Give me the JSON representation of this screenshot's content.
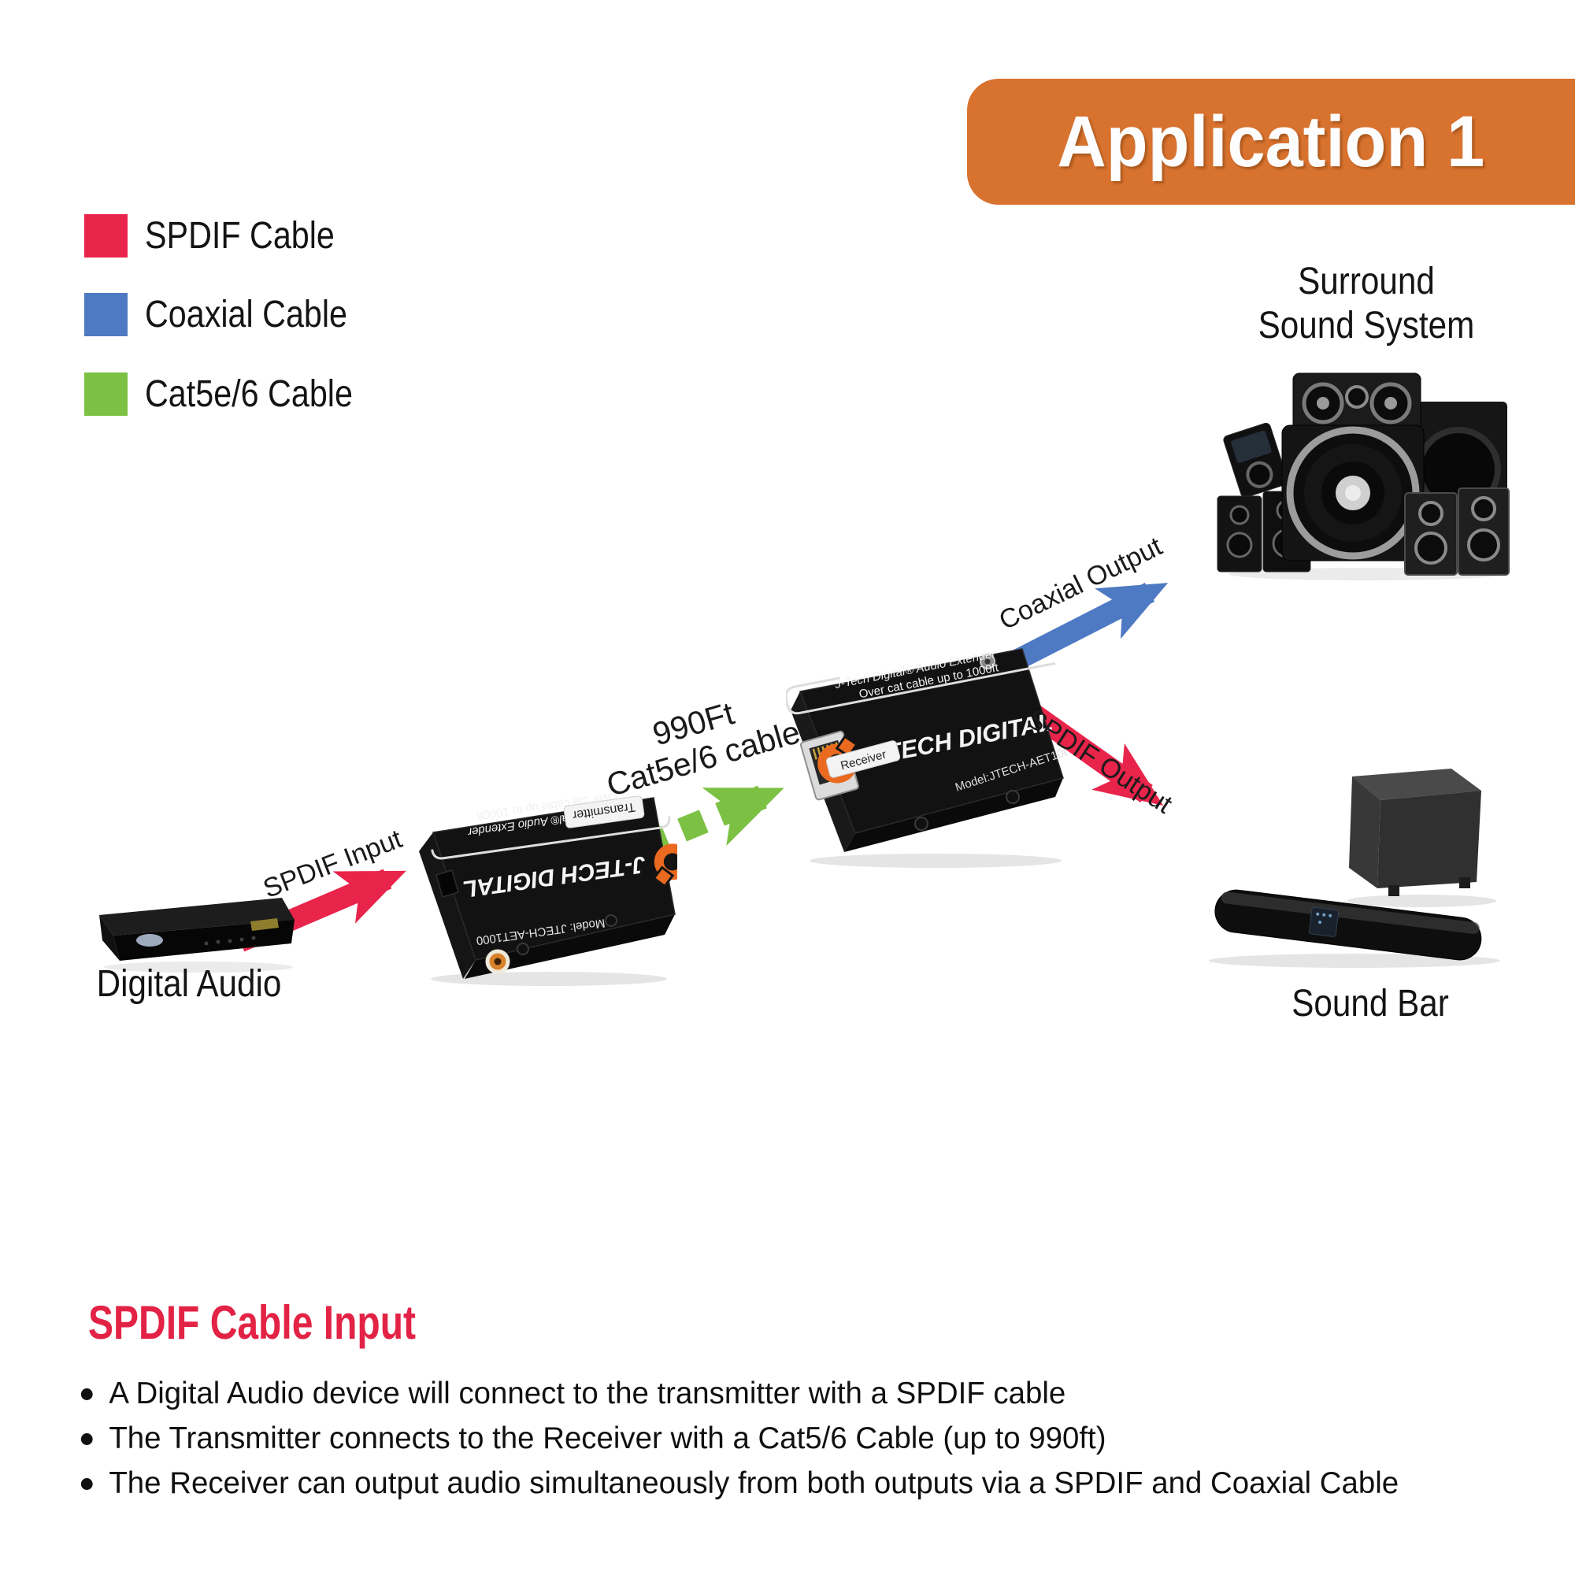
{
  "banner": {
    "label": "Application 1",
    "color": "#D8722F"
  },
  "legend": {
    "items": [
      {
        "label": "SPDIF Cable",
        "color": "#E8244B"
      },
      {
        "label": "Coaxial Cable",
        "color": "#4E79C3"
      },
      {
        "label": "Cat5e/6 Cable",
        "color": "#7CC143"
      }
    ]
  },
  "devices": {
    "digital_audio": {
      "label": "Digital Audio"
    },
    "transmitter": {
      "brand": "J-TECH DIGITAL",
      "model": "Model: JTECH-AET1000",
      "badge": "Transmitter",
      "tagline1": "J-Tech Digital® Audio Extender",
      "tagline2": "Over cat cable up to 1000ft"
    },
    "receiver": {
      "brand": "J-TECH DIGITAL",
      "model": "Model:JTECH-AET1000",
      "badge": "Receiver",
      "tagline1": "J-Tech Digital® Audio Extender",
      "tagline2": "Over cat cable up to 1000ft"
    },
    "surround": {
      "label_line1": "Surround",
      "label_line2": "Sound System"
    },
    "sound_bar": {
      "label": "Sound Bar"
    }
  },
  "connections": {
    "spdif_input": {
      "label": "SPDIF Input",
      "color": "#E8244B"
    },
    "cat5": {
      "label_line1": "990Ft",
      "label_line2": "Cat5e/6 cable",
      "color": "#7CC143"
    },
    "coaxial_output": {
      "label": "Coaxial Output",
      "color": "#4E79C3"
    },
    "spdif_output": {
      "label": "SPDIF Output",
      "color": "#E8244B"
    }
  },
  "footer": {
    "heading": "SPDIF Cable Input",
    "heading_color": "#E32345",
    "bullets": [
      "A Digital Audio device will connect to the transmitter with a SPDIF cable",
      "The Transmitter connects to the Receiver with a Cat5/6 Cable (up to 990ft)",
      "The Receiver can output audio simultaneously from both outputs via a SPDIF and Coaxial Cable"
    ]
  }
}
